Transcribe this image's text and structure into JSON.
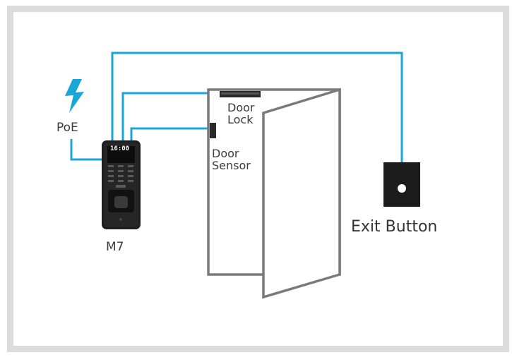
{
  "labels": {
    "poe": "PoE",
    "device": "M7",
    "door_lock_line1": "Door",
    "door_lock_line2": "Lock",
    "door_sensor_line1": "Door",
    "door_sensor_line2": "Sensor",
    "exit_button": "Exit Button"
  },
  "device_screen": {
    "time": "16:00"
  },
  "colors": {
    "wire": "#1aa6d6",
    "door_outline": "#7a7a7a",
    "frame_border": "#dcdcdc",
    "device_body": "#1e1e1e",
    "lightning": "#1aa6d6"
  },
  "icons": [
    "lightning-icon",
    "fingerprint-reader-icon",
    "exit-button-icon"
  ]
}
